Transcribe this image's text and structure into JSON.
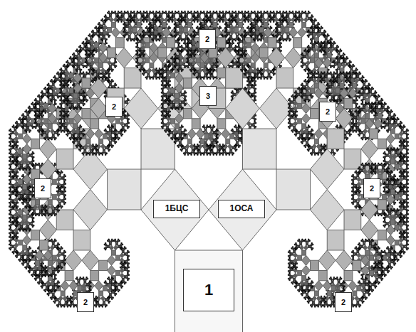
{
  "diagram": {
    "nodes": [
      {
        "text": [
          "2"
        ]
      },
      {
        "text": [
          "3"
        ]
      },
      {
        "text": [
          "2"
        ]
      },
      {
        "text": [
          "2"
        ]
      },
      {
        "text": [
          "2"
        ]
      },
      {
        "text": [
          "2"
        ]
      },
      {
        "text": [
          "1БЦС"
        ]
      },
      {
        "text": [
          "1ОСА"
        ]
      },
      {
        "text": [
          "1"
        ]
      },
      {
        "text": [
          "2"
        ]
      },
      {
        "text": [
          "2"
        ]
      }
    ]
  }
}
